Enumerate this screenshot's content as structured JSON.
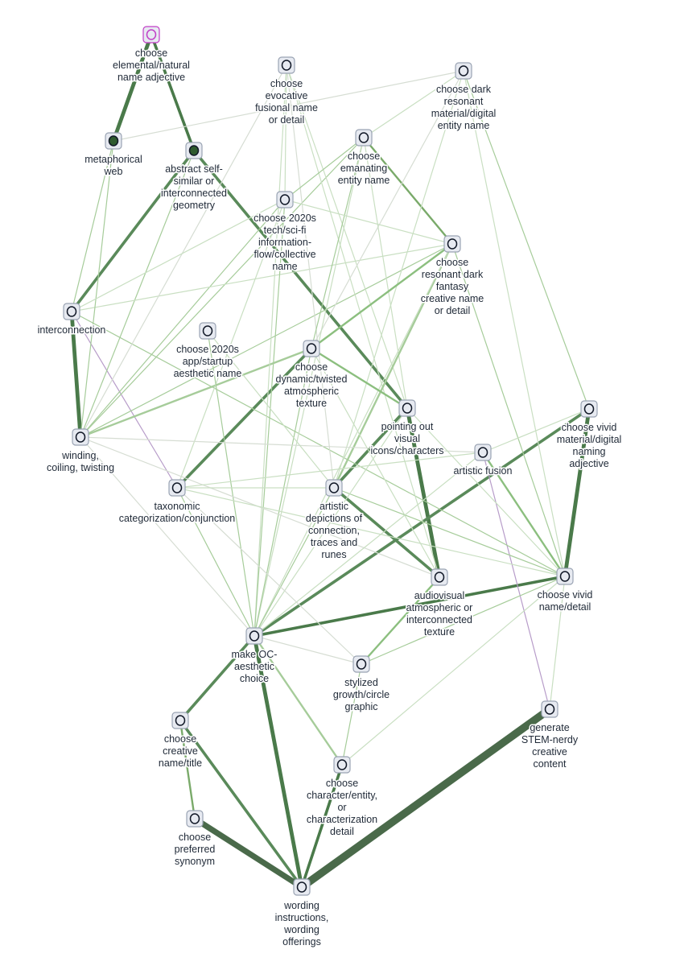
{
  "graph": {
    "nodes": [
      {
        "id": "n0",
        "label": "choose elemental/natural name adjective",
        "lines": [
          "choose",
          "elemental/natural",
          "name adjective"
        ],
        "kind": "root"
      },
      {
        "id": "n1",
        "label": "choose evocative fusional name or detail",
        "lines": [
          "choose",
          "evocative",
          "fusional name",
          "or detail"
        ],
        "kind": "normal"
      },
      {
        "id": "n2",
        "label": "choose dark resonant material/digital entity name",
        "lines": [
          "choose dark",
          "resonant",
          "material/digital",
          "entity name"
        ],
        "kind": "normal"
      },
      {
        "id": "n3",
        "label": "metaphorical web",
        "lines": [
          "metaphorical",
          "web"
        ],
        "kind": "filled"
      },
      {
        "id": "n4",
        "label": "abstract self-similar or interconnected geometry",
        "lines": [
          "abstract self-",
          "similar or",
          "interconnected",
          "geometry"
        ],
        "kind": "filled"
      },
      {
        "id": "n5",
        "label": "choose emanating entity name",
        "lines": [
          "choose",
          "emanating",
          "entity name"
        ],
        "kind": "normal"
      },
      {
        "id": "n6",
        "label": "choose 2020s tech/sci-fi information-flow/collective name",
        "lines": [
          "choose 2020s",
          "tech/sci-fi",
          "information-",
          "flow/collective",
          "name"
        ],
        "kind": "normal"
      },
      {
        "id": "n7",
        "label": "choose resonant dark fantasy creative name or detail",
        "lines": [
          "choose",
          "resonant dark",
          "fantasy",
          "creative name",
          "or detail"
        ],
        "kind": "normal"
      },
      {
        "id": "n8",
        "label": "interconnection",
        "lines": [
          "interconnection"
        ],
        "kind": "normal"
      },
      {
        "id": "n9",
        "label": "choose 2020s app/startup aesthetic name",
        "lines": [
          "choose 2020s",
          "app/startup",
          "aesthetic name"
        ],
        "kind": "normal"
      },
      {
        "id": "n10",
        "label": "choose dynamic/twisted atmospheric texture",
        "lines": [
          "choose",
          "dynamic/twisted",
          "atmospheric",
          "texture"
        ],
        "kind": "normal"
      },
      {
        "id": "n11",
        "label": "pointing out visual icons/characters",
        "lines": [
          "pointing out",
          "visual",
          "icons/characters"
        ],
        "kind": "normal"
      },
      {
        "id": "n12",
        "label": "choose vivid material/digital naming adjective",
        "lines": [
          "choose vivid",
          "material/digital",
          "naming",
          "adjective"
        ],
        "kind": "normal"
      },
      {
        "id": "n13",
        "label": "winding, coiling, twisting",
        "lines": [
          "winding,",
          "coiling, twisting"
        ],
        "kind": "normal"
      },
      {
        "id": "n14",
        "label": "artistic fusion",
        "lines": [
          "artistic fusion"
        ],
        "kind": "normal"
      },
      {
        "id": "n15",
        "label": "taxonomic categorization/conjunction",
        "lines": [
          "taxonomic",
          "categorization/conjunction"
        ],
        "kind": "normal"
      },
      {
        "id": "n16",
        "label": "artistic depictions of connection, traces and runes",
        "lines": [
          "artistic",
          "depictions of",
          "connection,",
          "traces and",
          "runes"
        ],
        "kind": "normal"
      },
      {
        "id": "n17",
        "label": "audiovisual atmospheric or interconnected texture",
        "lines": [
          "audiovisual",
          "atmospheric or",
          "interconnected",
          "texture"
        ],
        "kind": "normal"
      },
      {
        "id": "n18",
        "label": "choose vivid name/detail",
        "lines": [
          "choose vivid",
          "name/detail"
        ],
        "kind": "normal"
      },
      {
        "id": "n19",
        "label": "make OC-aesthetic choice",
        "lines": [
          "make OC-",
          "aesthetic",
          "choice"
        ],
        "kind": "normal"
      },
      {
        "id": "n20",
        "label": "stylized growth/circle graphic",
        "lines": [
          "stylized",
          "growth/circle",
          "graphic"
        ],
        "kind": "normal"
      },
      {
        "id": "n21",
        "label": "generate STEM-nerdy creative content",
        "lines": [
          "generate",
          "STEM-nerdy",
          "creative",
          "content"
        ],
        "kind": "normal"
      },
      {
        "id": "n22",
        "label": "choose creative name/title",
        "lines": [
          "choose",
          "creative",
          "name/title"
        ],
        "kind": "normal"
      },
      {
        "id": "n23",
        "label": "choose character/entity, or characterization detail",
        "lines": [
          "choose",
          "character/entity,",
          "or",
          "characterization",
          "detail"
        ],
        "kind": "normal"
      },
      {
        "id": "n24",
        "label": "choose preferred synonym",
        "lines": [
          "choose",
          "preferred",
          "synonym"
        ],
        "kind": "normal"
      },
      {
        "id": "n25",
        "label": "wording instructions, wording offerings",
        "lines": [
          "wording",
          "instructions,",
          "wording",
          "offerings"
        ],
        "kind": "normal"
      }
    ],
    "edges": [
      {
        "from": "n0",
        "to": "n3",
        "weight": 4,
        "color": "#4a7a4a"
      },
      {
        "from": "n0",
        "to": "n4",
        "weight": 3,
        "color": "#4a7a4a"
      },
      {
        "from": "n4",
        "to": "n8",
        "weight": 3,
        "color": "#5a8a5a"
      },
      {
        "from": "n4",
        "to": "n11",
        "weight": 3,
        "color": "#5a8a5a"
      },
      {
        "from": "n8",
        "to": "n13",
        "weight": 4,
        "color": "#4a7a4a"
      },
      {
        "from": "n8",
        "to": "n15",
        "weight": 1,
        "color": "#b79cc9"
      },
      {
        "from": "n5",
        "to": "n7",
        "weight": 2,
        "color": "#7aaa6a"
      },
      {
        "from": "n11",
        "to": "n17",
        "weight": 4,
        "color": "#4a7a4a"
      },
      {
        "from": "n12",
        "to": "n18",
        "weight": 4,
        "color": "#4a7a4a"
      },
      {
        "from": "n12",
        "to": "n19",
        "weight": 3,
        "color": "#5a8a5a"
      },
      {
        "from": "n18",
        "to": "n19",
        "weight": 3,
        "color": "#4a7a4a"
      },
      {
        "from": "n10",
        "to": "n15",
        "weight": 3,
        "color": "#5a8a5a"
      },
      {
        "from": "n16",
        "to": "n17",
        "weight": 3,
        "color": "#5a8a5a"
      },
      {
        "from": "n11",
        "to": "n16",
        "weight": 3,
        "color": "#5a8a5a"
      },
      {
        "from": "n19",
        "to": "n22",
        "weight": 3,
        "color": "#5a8a5a"
      },
      {
        "from": "n19",
        "to": "n25",
        "weight": 4,
        "color": "#4a7a4a"
      },
      {
        "from": "n22",
        "to": "n25",
        "weight": 3,
        "color": "#5a8a5a"
      },
      {
        "from": "n24",
        "to": "n25",
        "weight": 6,
        "color": "#4a6a4a"
      },
      {
        "from": "n23",
        "to": "n25",
        "weight": 3,
        "color": "#4a7a4a"
      },
      {
        "from": "n21",
        "to": "n25",
        "weight": 8,
        "color": "#4a6a4a"
      },
      {
        "from": "n22",
        "to": "n24",
        "weight": 2,
        "color": "#7aaa6a"
      },
      {
        "from": "n14",
        "to": "n21",
        "weight": 1,
        "color": "#b79cc9"
      },
      {
        "from": "n13",
        "to": "n10",
        "weight": 2,
        "color": "#a6cc9a"
      },
      {
        "from": "n13",
        "to": "n4",
        "weight": 1,
        "color": "#a6cc9a"
      },
      {
        "from": "n13",
        "to": "n7",
        "weight": 1,
        "color": "#a6cc9a"
      },
      {
        "from": "n13",
        "to": "n6",
        "weight": 1,
        "color": "#a6cc9a"
      },
      {
        "from": "n13",
        "to": "n5",
        "weight": 1,
        "color": "#a6cc9a"
      },
      {
        "from": "n8",
        "to": "n18",
        "weight": 1,
        "color": "#a6cc9a"
      },
      {
        "from": "n8",
        "to": "n7",
        "weight": 1,
        "color": "#c9dfc2"
      },
      {
        "from": "n3",
        "to": "n2",
        "weight": 1,
        "color": "#d6ddd3"
      },
      {
        "from": "n3",
        "to": "n8",
        "weight": 1,
        "color": "#a6cc9a"
      },
      {
        "from": "n3",
        "to": "n13",
        "weight": 1,
        "color": "#a6cc9a"
      },
      {
        "from": "n1",
        "to": "n17",
        "weight": 1,
        "color": "#c9dfc2"
      },
      {
        "from": "n1",
        "to": "n11",
        "weight": 1,
        "color": "#c9dfc2"
      },
      {
        "from": "n1",
        "to": "n16",
        "weight": 1,
        "color": "#d6ddd3"
      },
      {
        "from": "n1",
        "to": "n19",
        "weight": 1,
        "color": "#c9dfc2"
      },
      {
        "from": "n1",
        "to": "n13",
        "weight": 1,
        "color": "#d6ddd3"
      },
      {
        "from": "n2",
        "to": "n12",
        "weight": 1,
        "color": "#a6cc9a"
      },
      {
        "from": "n2",
        "to": "n18",
        "weight": 1,
        "color": "#c9dfc2"
      },
      {
        "from": "n2",
        "to": "n16",
        "weight": 1,
        "color": "#c9dfc2"
      },
      {
        "from": "n2",
        "to": "n10",
        "weight": 1,
        "color": "#d6ddd3"
      },
      {
        "from": "n5",
        "to": "n10",
        "weight": 1,
        "color": "#a6cc9a"
      },
      {
        "from": "n5",
        "to": "n19",
        "weight": 1,
        "color": "#c9dfc2"
      },
      {
        "from": "n5",
        "to": "n6",
        "weight": 1,
        "color": "#a6cc9a"
      },
      {
        "from": "n5",
        "to": "n11",
        "weight": 1,
        "color": "#c9dfc2"
      },
      {
        "from": "n6",
        "to": "n19",
        "weight": 1,
        "color": "#a6cc9a"
      },
      {
        "from": "n6",
        "to": "n7",
        "weight": 1,
        "color": "#c9dfc2"
      },
      {
        "from": "n6",
        "to": "n15",
        "weight": 1,
        "color": "#c9dfc2"
      },
      {
        "from": "n7",
        "to": "n16",
        "weight": 2,
        "color": "#a6cc9a"
      },
      {
        "from": "n7",
        "to": "n18",
        "weight": 1,
        "color": "#a6cc9a"
      },
      {
        "from": "n7",
        "to": "n10",
        "weight": 2,
        "color": "#8cbf7f"
      },
      {
        "from": "n7",
        "to": "n19",
        "weight": 1,
        "color": "#c9dfc2"
      },
      {
        "from": "n9",
        "to": "n19",
        "weight": 1,
        "color": "#a6cc9a"
      },
      {
        "from": "n10",
        "to": "n11",
        "weight": 2,
        "color": "#8cbf7f"
      },
      {
        "from": "n10",
        "to": "n19",
        "weight": 1,
        "color": "#a6cc9a"
      },
      {
        "from": "n10",
        "to": "n17",
        "weight": 1,
        "color": "#c9dfc2"
      },
      {
        "from": "n13",
        "to": "n14",
        "weight": 1,
        "color": "#d6ddd3"
      },
      {
        "from": "n13",
        "to": "n17",
        "weight": 1,
        "color": "#d6ddd3"
      },
      {
        "from": "n13",
        "to": "n19",
        "weight": 1,
        "color": "#d6ddd3"
      },
      {
        "from": "n15",
        "to": "n14",
        "weight": 1,
        "color": "#c9dfc2"
      },
      {
        "from": "n15",
        "to": "n16",
        "weight": 1,
        "color": "#c9dfc2"
      },
      {
        "from": "n15",
        "to": "n18",
        "weight": 1,
        "color": "#c9dfc2"
      },
      {
        "from": "n15",
        "to": "n19",
        "weight": 1,
        "color": "#a6cc9a"
      },
      {
        "from": "n16",
        "to": "n18",
        "weight": 1,
        "color": "#a6cc9a"
      },
      {
        "from": "n16",
        "to": "n19",
        "weight": 1,
        "color": "#a6cc9a"
      },
      {
        "from": "n14",
        "to": "n18",
        "weight": 2,
        "color": "#8cbf7f"
      },
      {
        "from": "n14",
        "to": "n19",
        "weight": 1,
        "color": "#c9dfc2"
      },
      {
        "from": "n11",
        "to": "n18",
        "weight": 1,
        "color": "#c9dfc2"
      },
      {
        "from": "n11",
        "to": "n19",
        "weight": 1,
        "color": "#c9dfc2"
      },
      {
        "from": "n17",
        "to": "n20",
        "weight": 2,
        "color": "#8cbf7f"
      },
      {
        "from": "n18",
        "to": "n20",
        "weight": 1,
        "color": "#a6cc9a"
      },
      {
        "from": "n18",
        "to": "n21",
        "weight": 1,
        "color": "#c9dfc2"
      },
      {
        "from": "n18",
        "to": "n23",
        "weight": 1,
        "color": "#c9dfc2"
      },
      {
        "from": "n19",
        "to": "n23",
        "weight": 2,
        "color": "#a6cc9a"
      },
      {
        "from": "n19",
        "to": "n20",
        "weight": 1,
        "color": "#d6ddd3"
      },
      {
        "from": "n20",
        "to": "n23",
        "weight": 1,
        "color": "#a6cc9a"
      },
      {
        "from": "n15",
        "to": "n20",
        "weight": 1,
        "color": "#d6ddd3"
      },
      {
        "from": "n9",
        "to": "n16",
        "weight": 1,
        "color": "#c9dfc2"
      },
      {
        "from": "n12",
        "to": "n14",
        "weight": 1,
        "color": "#c9dfc2"
      },
      {
        "from": "n2",
        "to": "n5",
        "weight": 1,
        "color": "#c9dfc2"
      },
      {
        "from": "n6",
        "to": "n8",
        "weight": 1,
        "color": "#c9dfc2"
      },
      {
        "from": "n1",
        "to": "n6",
        "weight": 1,
        "color": "#c9dfc2"
      }
    ]
  }
}
